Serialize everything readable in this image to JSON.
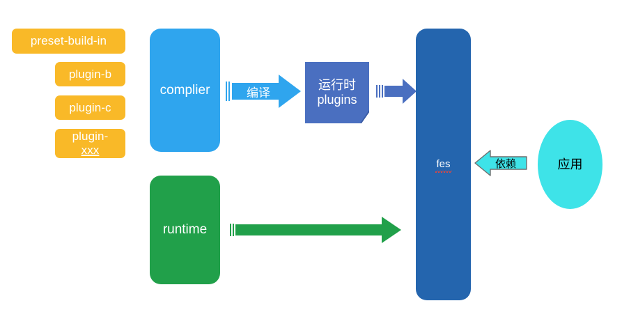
{
  "diagram": {
    "title": "fes architecture",
    "colors": {
      "orange": "#F9B928",
      "light_blue": "#2FA5EE",
      "medium_blue": "#4A6FC0",
      "dark_blue": "#2465AE",
      "green": "#21A04A",
      "cyan": "#3EE3E8",
      "white": "#FFFFFF",
      "black": "#000000",
      "spellcheck_red": "#E8453C"
    },
    "plugins": [
      {
        "label": "preset-build-in",
        "underlined": ""
      },
      {
        "label": "plugin-b",
        "underlined": ""
      },
      {
        "label": "plugin-c",
        "underlined": ""
      },
      {
        "label": "plugin-",
        "underlined": "xxx"
      }
    ],
    "nodes": {
      "complier": {
        "label": "complier"
      },
      "runtime": {
        "label": "runtime"
      },
      "runtime_plugins": {
        "line1": "运行时",
        "line2": "plugins"
      },
      "fes": {
        "label": "fes"
      },
      "application": {
        "label": "应用"
      }
    },
    "arrows": {
      "compile": {
        "label": "编译",
        "direction": "right",
        "color": "#2FA5EE"
      },
      "plugins_to_fes": {
        "label": "",
        "direction": "right",
        "color": "#4A6FC0"
      },
      "runtime_to_fes": {
        "label": "",
        "direction": "right",
        "color": "#21A04A"
      },
      "dependency": {
        "label": "依赖",
        "direction": "left",
        "color": "#3EE3E8"
      }
    }
  }
}
